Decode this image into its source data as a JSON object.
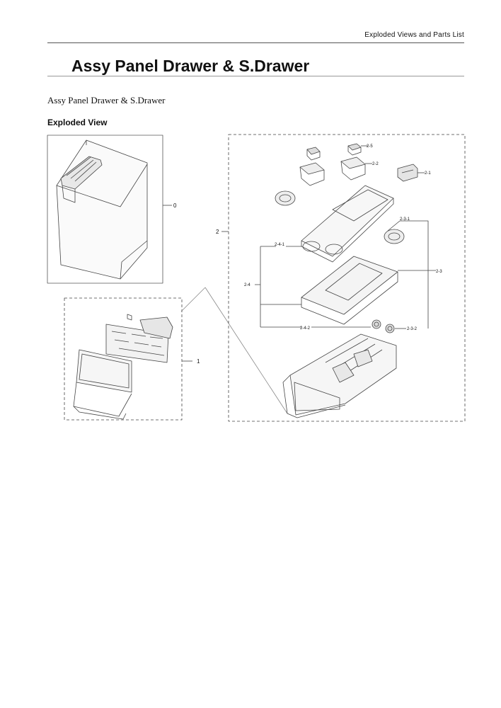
{
  "header": {
    "section_label": "Exploded Views and Parts List"
  },
  "page": {
    "title": "Assy Panel Drawer & S.Drawer",
    "subtitle": "Assy Panel Drawer & S.Drawer",
    "section": "Exploded View"
  },
  "diagram": {
    "callouts": {
      "c0": "0",
      "c1": "1",
      "c2": "2",
      "c2_1": "2-1",
      "c2_2": "2-2",
      "c2_3": "2-3",
      "c2_3_1": "2-3-1",
      "c2_3_2": "2-3-2",
      "c2_4": "2-4",
      "c2_4_1": "2-4-1",
      "c2_4_2": "2-4-2",
      "c2_5": "2-5"
    }
  }
}
